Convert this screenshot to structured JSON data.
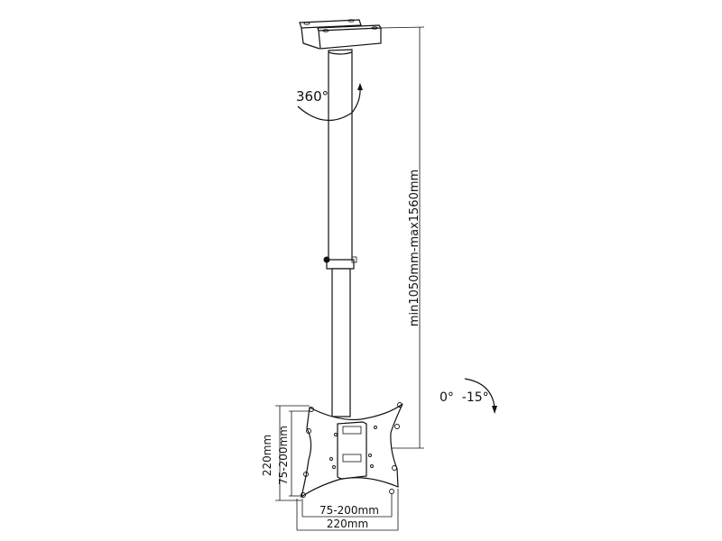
{
  "labels": {
    "rotation": "360°",
    "height_range": "min1050mm-max1560mm",
    "tilt": "0°  -15°",
    "plate_height_outer": "220mm",
    "plate_height_vesa": "75-200mm",
    "plate_width_vesa": "75-200mm",
    "plate_width_outer": "220mm"
  }
}
